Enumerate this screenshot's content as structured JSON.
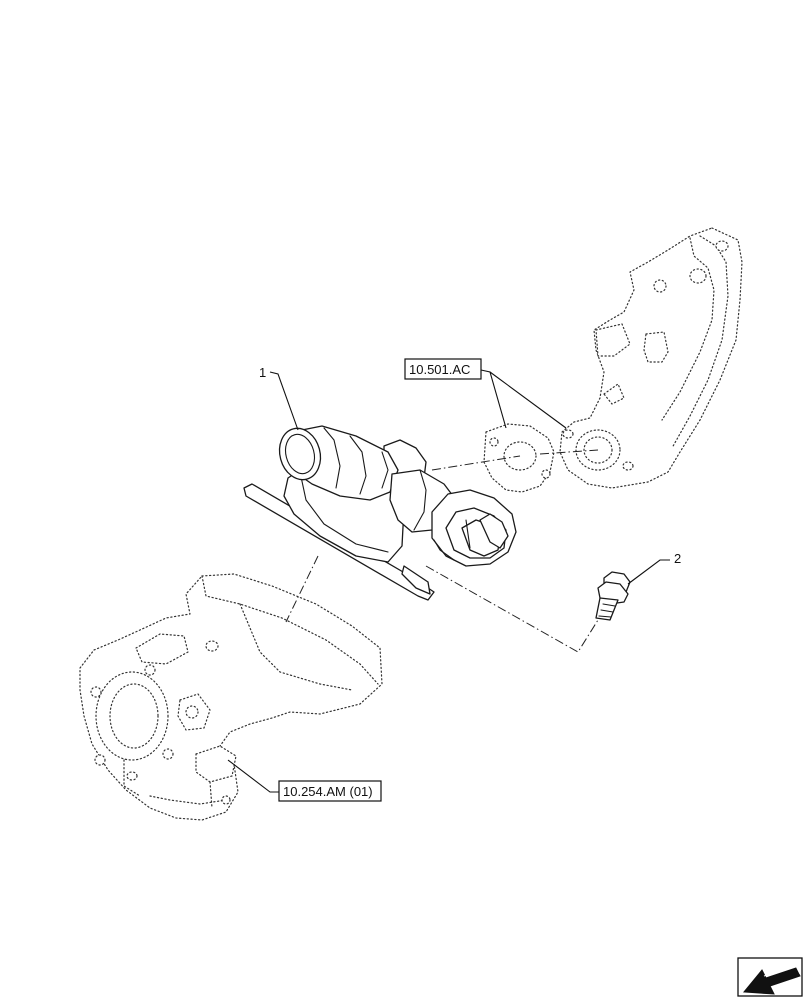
{
  "callouts": {
    "item_1": "1",
    "item_2": "2"
  },
  "references": {
    "ref_top": "10.501.AC",
    "ref_bottom": "10.254.AM (01)"
  },
  "icons": {
    "nav_arrow": "previous-page-arrow-icon"
  },
  "colors": {
    "line": "#1a1a1a",
    "background": "#ffffff"
  }
}
